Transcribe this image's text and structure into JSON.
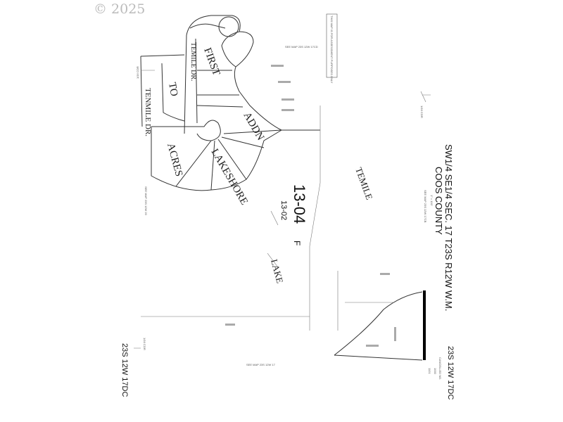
{
  "copyright": "© 2025",
  "title": {
    "line1": "SW1/4 SE1/4 SEC. 17 T23S R12W W.M.",
    "line2": "COOS COUNTY",
    "scale": "1\" = 100'",
    "see_map": "SEE MAP 23S 12W 17CB"
  },
  "map_number": {
    "main": "13-04",
    "suffix": "F",
    "sub": "13-02",
    "left_id": "23S 12W 17DC",
    "right_id": "23S 12W 17DC"
  },
  "cancelled": {
    "label": "CANCELLED NO.",
    "numbers": [
      "1000",
      "1101"
    ]
  },
  "see_maps": {
    "top": "SEE MAP 23S 12W 17CD",
    "bottom": "SEE MAP 23S 12W 17",
    "left": "SEE MAP 23S 12W 20"
  },
  "street_labels": {
    "temile_dr": "TEMILE DR.",
    "tenmile_dr": "TENMILE DR.",
    "temile": "TEMILE",
    "lake": "LAKE"
  },
  "subdivision_labels": {
    "first": "FIRST",
    "to": "TO",
    "addn": "ADDN",
    "acres": "ACRES",
    "lakeshore": "LAKESHORE"
  },
  "corner_labels": [
    "1/16 COR",
    "1/16 COR",
    "1/16 COR"
  ],
  "side_stamp": "THIS MAP IS FOR ASSESSMENT PURPOSES ONLY"
}
